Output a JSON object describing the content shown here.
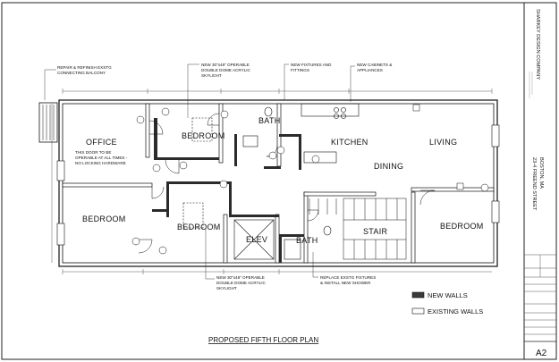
{
  "rooms": {
    "office": "OFFICE",
    "bedroom_top": "BEDROOM",
    "bath_top": "BATH",
    "kitchen": "KITCHEN",
    "living": "LIVING",
    "dining": "DINING",
    "bedroom_left": "BEDROOM",
    "bedroom_mid": "BEDROOM",
    "elev": "ELEV",
    "bath_bottom": "BATH",
    "stair": "STAIR",
    "bedroom_right": "BEDROOM"
  },
  "notes": {
    "balcony": [
      "REPAIR & REFINISH EXSTG",
      "CONNECTING BALCONY"
    ],
    "skylight_top": [
      "NEW 30\"x48\" OPERABLE",
      "DOUBLE DOME ACRYLIC",
      "SKYLIGHT"
    ],
    "fixtures": [
      "NEW FIXTURES AND",
      "FITTINGS"
    ],
    "cabinets": [
      "NEW CABINETS &",
      "APPLIANCES"
    ],
    "office_door": [
      "THIS DOOR TO BE",
      "OPERABLE AT ALL TIMES -",
      "NO LOCKING HARDWARE"
    ],
    "skylight_bottom": [
      "NEW 30\"x48\" OPERABLE",
      "DOUBLE DOME ACRYLIC",
      "SKYLIGHT"
    ],
    "shower": [
      "REPLACE EXSTG FIXTURES",
      "& INSTALL NEW SHOWER"
    ]
  },
  "legend": {
    "new_walls": "NEW WALLS",
    "existing_walls": "EXISTING WALLS",
    "new_color": "#3a3a3a",
    "existing_color": "#ffffff"
  },
  "plan_title": "PROPOSED FIFTH FLOOR PLAN",
  "title_block": {
    "company": "SHARKEY DESIGN COMPANY",
    "address_line1": "23-4 FREEND STREET",
    "address_line2": "BOSTON, MA",
    "sheet": "A2"
  }
}
